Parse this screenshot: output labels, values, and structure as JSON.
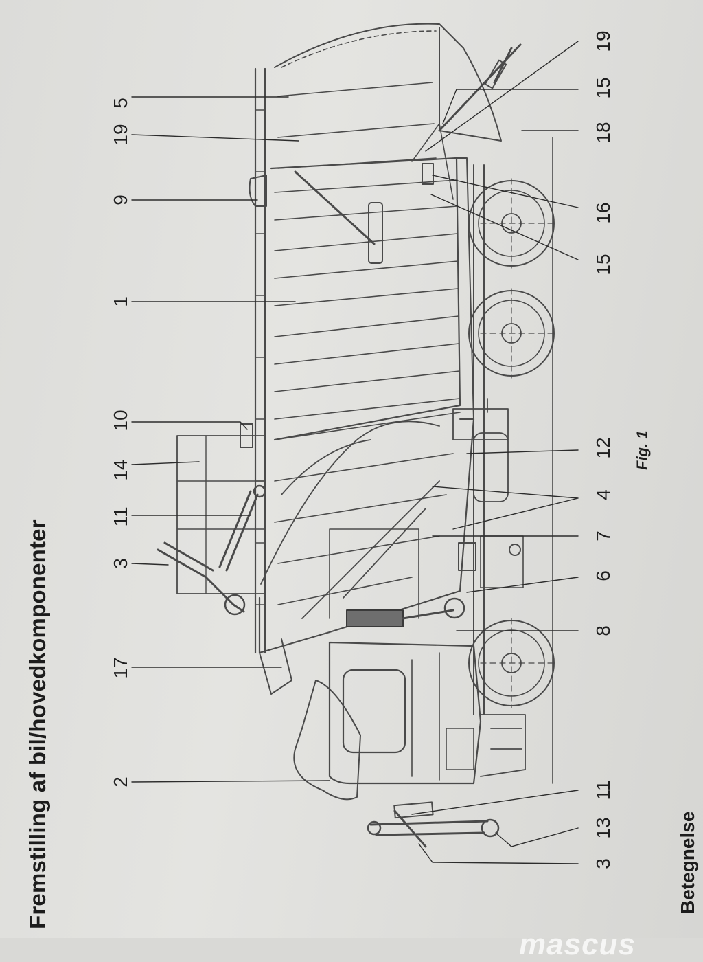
{
  "page": {
    "title": "Fremstilling af bil/hovedkomponenter",
    "footer_heading": "Betegnelse",
    "figure_caption": "Fig. 1",
    "watermark": "mascus"
  },
  "callouts": {
    "top": [
      "5",
      "19",
      "9",
      "1",
      "10",
      "14",
      "11",
      "3",
      "17",
      "2"
    ],
    "bottom": [
      "19",
      "15",
      "18",
      "16",
      "15",
      "12",
      "4",
      "7",
      "6",
      "8",
      "11",
      "13",
      "3"
    ]
  },
  "colors": {
    "paper": "#dfdfdc",
    "ink": "#2a2a2a",
    "line": "#4a4a4a"
  }
}
